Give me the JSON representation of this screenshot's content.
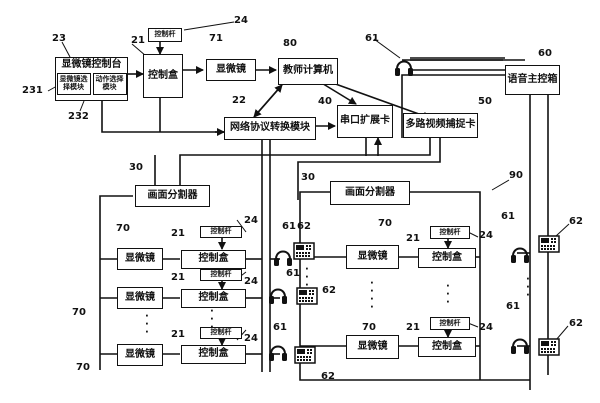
{
  "labels": {
    "console": "显微镜控制台",
    "console_sw1": "显微镜选择模块",
    "console_sw2": "动作选择模块",
    "control_box": "控制盒",
    "control_rod": "控制杆",
    "microscope": "显微镜",
    "teacher_pc": "教师计算机",
    "network_module": "网络协议转换模块",
    "serial_card": "串口扩展卡",
    "video_card": "多路视频捕捉卡",
    "audio_box": "语音主控箱",
    "splitter": "画面分割器",
    "ellipsis": "·"
  },
  "refs": {
    "r23": "23",
    "r231": "231",
    "r232": "232",
    "r21": "21",
    "r24": "24",
    "r71": "71",
    "r80": "80",
    "r61": "61",
    "r60": "60",
    "r22": "22",
    "r40": "40",
    "r50": "50",
    "r30": "30",
    "r90": "90",
    "r62": "62",
    "r70": "70"
  }
}
